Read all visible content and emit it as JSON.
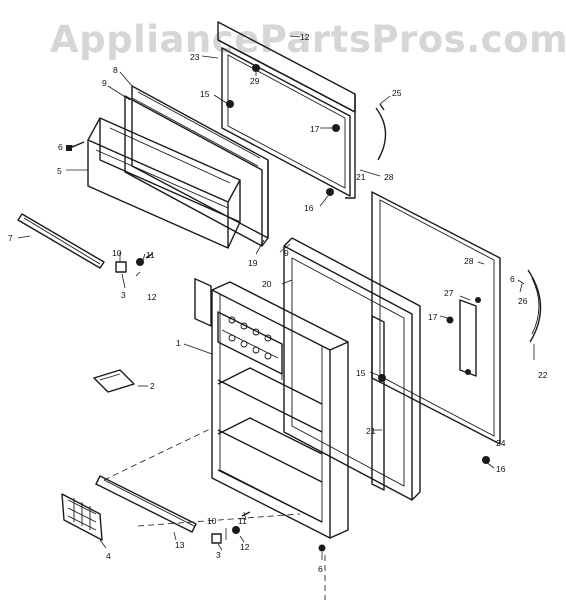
{
  "watermark": "AppliancePartsPros.com",
  "callouts": {
    "c1": "1",
    "c2": "2",
    "c3a": "3",
    "c3b": "3",
    "c4": "4",
    "c5": "5",
    "c6a": "6",
    "c6b": "6",
    "c7": "7",
    "c8": "8",
    "c9a": "9",
    "c9b": "9",
    "c10a": "10",
    "c10b": "10",
    "c11a": "11",
    "c11b": "11",
    "c12a": "12",
    "c12b": "12",
    "c12c": "12",
    "c13": "13",
    "c15a": "15",
    "c15b": "15",
    "c16a": "16",
    "c16b": "16",
    "c17a": "17",
    "c17b": "17",
    "c19": "19",
    "c20": "20",
    "c21a": "21",
    "c21b": "21",
    "c22": "22",
    "c23": "23",
    "c24": "24",
    "c25": "25",
    "c26": "26",
    "c27": "27",
    "c28a": "28",
    "c28b": "28",
    "c29": "29"
  }
}
